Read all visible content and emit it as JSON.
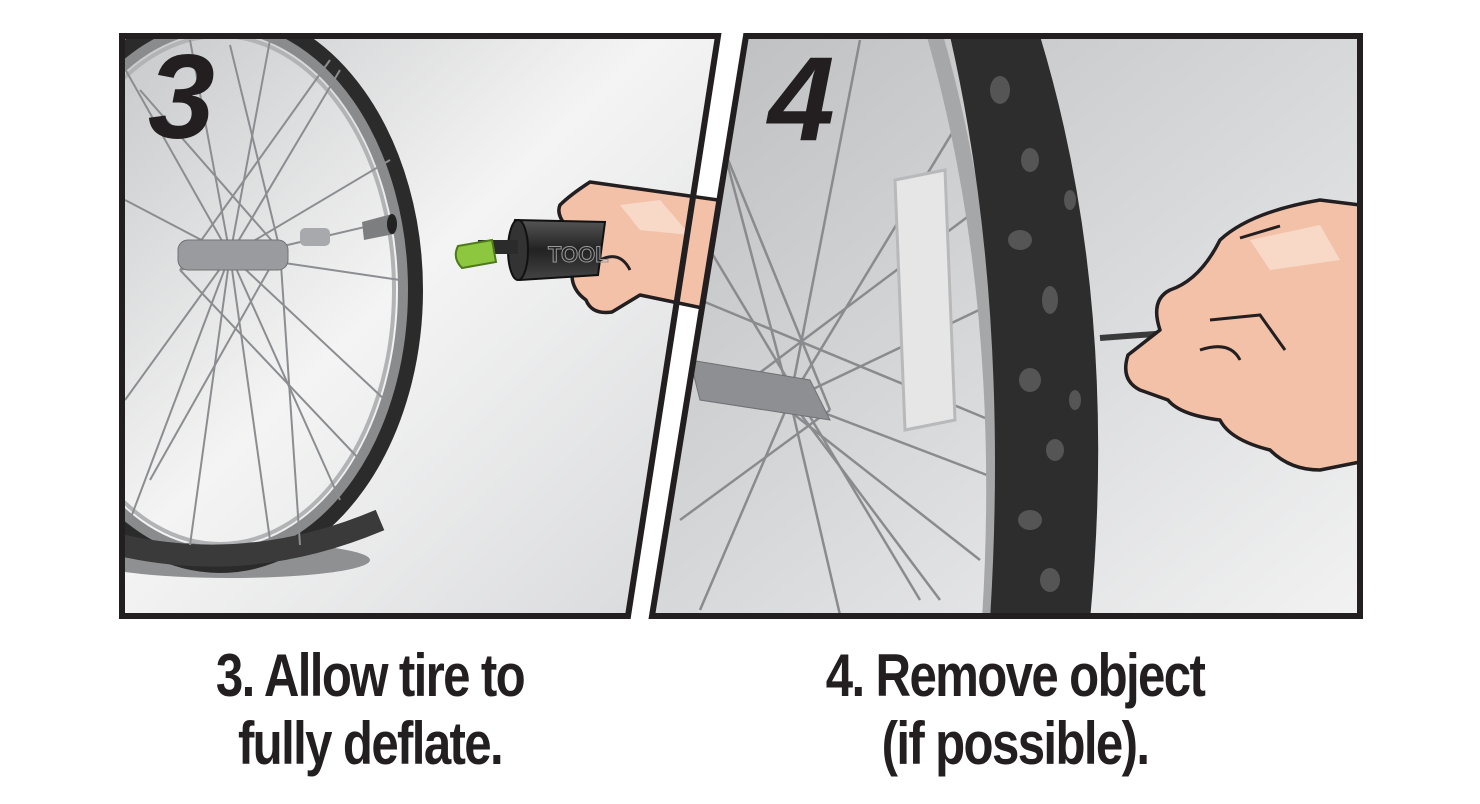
{
  "panels": [
    {
      "step_number": "3",
      "caption_line1": "3. Allow tire to",
      "caption_line2": "fully deflate.",
      "illustration": "flat bicycle tire with valve core removal tool held in hand",
      "tool_label": "TOOL"
    },
    {
      "step_number": "4",
      "caption_line1": "4. Remove object",
      "caption_line2": "(if possible).",
      "illustration": "hand pulling a nail out of a knobby bicycle tire"
    }
  ],
  "colors": {
    "border": "#231f20",
    "text": "#231f20",
    "skin": "#f3c1a8",
    "skin_highlight": "#f8d9c8",
    "tool_green": "#8dc63f",
    "tire": "#2d2d2d"
  }
}
